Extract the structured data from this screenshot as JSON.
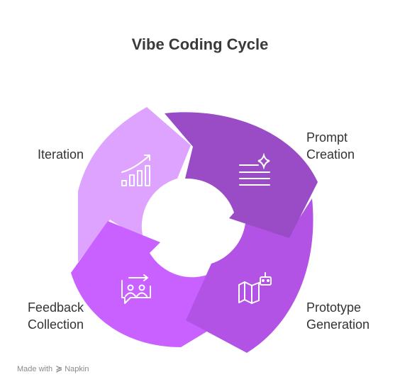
{
  "title": "Vibe Coding Cycle",
  "steps": [
    {
      "label": "Prompt\nCreation",
      "color": "#9a4cc6",
      "icon": "sparkle-text-icon"
    },
    {
      "label": "Prototype\nGeneration",
      "color": "#b253e6",
      "icon": "map-robot-icon"
    },
    {
      "label": "Feedback\nCollection",
      "color": "#c861ff",
      "icon": "people-exchange-icon"
    },
    {
      "label": "Iteration",
      "color": "#dea3ff",
      "icon": "growth-chart-icon"
    }
  ],
  "footer": {
    "prefix": "Made with",
    "brand": "Napkin"
  }
}
